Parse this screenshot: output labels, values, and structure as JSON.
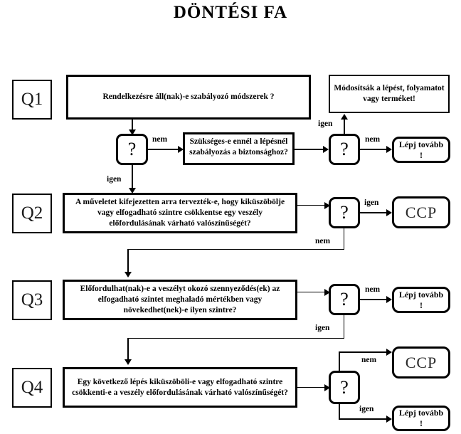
{
  "title": "DÖNTÉSI  FA",
  "stages": [
    {
      "id": "q1",
      "label": "Q1",
      "question": "Rendelkezésre áll(nak)-e szabályozó módszerek ?",
      "decision_glyph": "?",
      "branch_yes": "igen",
      "branch_no": "nem"
    },
    {
      "id": "q2",
      "label": "Q2",
      "question": "A műveletet kifejezetten arra tervezték-e, hogy kiküszöbölje vagy elfogadható szintre csökkentse egy veszély előfordulásának várható valószínűségét?",
      "decision_glyph": "?",
      "branch_yes": "igen",
      "branch_no": "nem"
    },
    {
      "id": "q3",
      "label": "Q3",
      "question": "Előfordulhat(nak)-e a veszélyt okozó szennyeződés(ek) az elfogadható szintet meghaladó mértékben vagy növekedhet(nek)-e ilyen szintre?",
      "decision_glyph": "?",
      "branch_yes": "igen",
      "branch_no": "nem"
    },
    {
      "id": "q4",
      "label": "Q4",
      "question": "Egy következő lépés kiküszöböli-e vagy elfogadható szintre csökkenti-e a veszély előfordulásának várható valószínűségét?",
      "decision_glyph": "?",
      "branch_yes": "igen",
      "branch_no": "nem"
    }
  ],
  "nodes": {
    "modify_notice": "Módosítsák a lépést, folyamatot vagy terméket!",
    "safety_question": "Szükséges-e ennél a lépésnél szabályozás a biztonsághoz?",
    "step_forward_1": "Lépj tovább !",
    "ccp_q2": "CCP",
    "step_forward_q3": "Lépj tovább !",
    "ccp_q4": "CCP",
    "step_forward_q4": "Lépj tovább !",
    "q1_decision": "?",
    "q1_right_decision": "?",
    "q2_decision": "?",
    "q3_decision": "?",
    "q4_decision": "?"
  },
  "edge_labels": {
    "q1_no": "nem",
    "q1_yes": "igen",
    "safety_yes": "igen",
    "safety_no": "nem",
    "q2_yes": "igen",
    "q2_no": "nem",
    "q3_no": "nem",
    "q3_yes": "igen",
    "q4_no": "nem",
    "q4_yes": "igen"
  },
  "colors": {
    "stroke": "#000000",
    "background": "#ffffff",
    "ccp_text": "#2a2a2a"
  }
}
